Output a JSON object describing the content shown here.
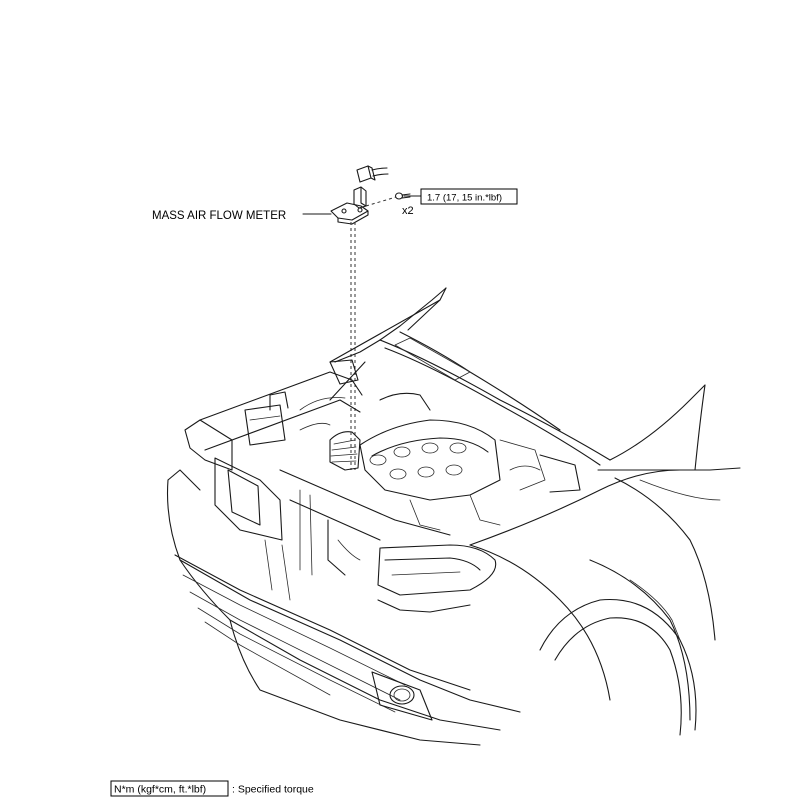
{
  "part_label": "MASS AIR FLOW METER",
  "torque_value": "1.7 (17, 15 in.*lbf)",
  "quantity": "x2",
  "legend": {
    "unit_box": "N*m (kgf*cm, ft.*lbf)",
    "description": ": Specified torque"
  }
}
